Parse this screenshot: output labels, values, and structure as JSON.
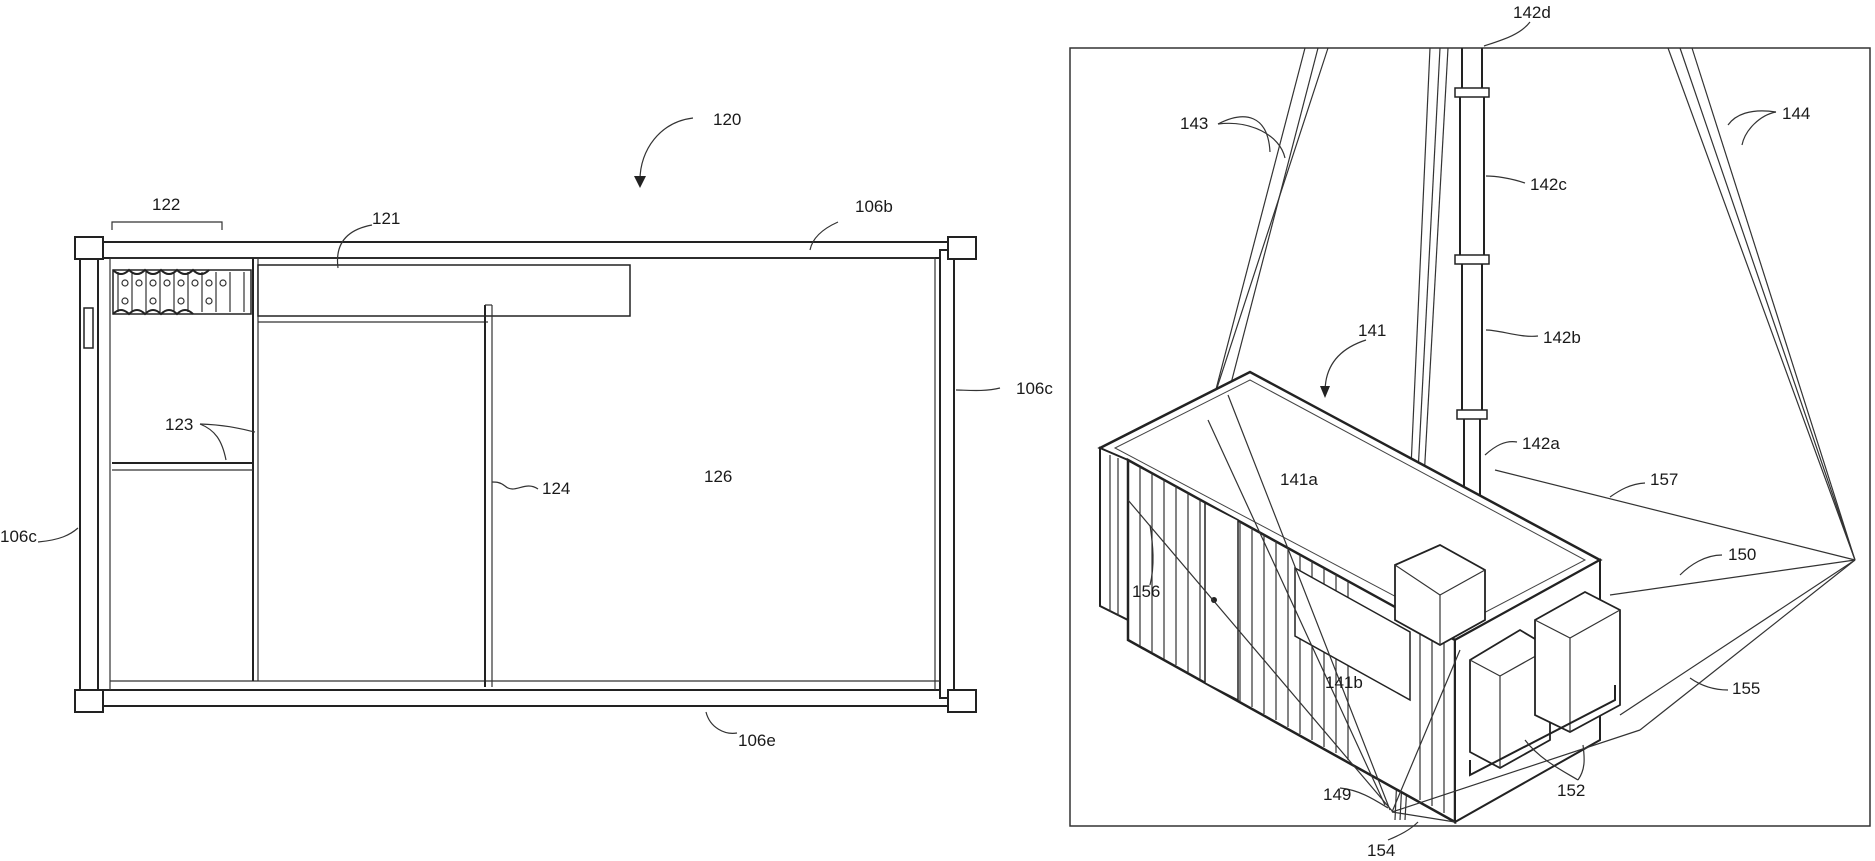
{
  "left_figure": {
    "labels": {
      "figure_ref": "120",
      "bracket_ref": "122",
      "shelf_unit": "121",
      "top_rail": "106b",
      "right_rail": "106c",
      "left_rail": "106c",
      "shelves": "123",
      "partition": "124",
      "open_floor": "126",
      "bottom_rail": "106e"
    }
  },
  "right_figure": {
    "labels": {
      "mast_top": "142d",
      "guy_left": "143",
      "guy_right": "144",
      "mast_upper": "142c",
      "mast_mid": "142b",
      "mast_lower": "142a",
      "container": "141",
      "roof": "141a",
      "side_wall": "141b",
      "brace_guy": "157",
      "rear_guy": "150",
      "front_guy": "155",
      "diag_brace": "156",
      "anchor_left": "149",
      "anchor_bottom": "154",
      "equipment": "152"
    }
  },
  "colors": {
    "line": "#222222",
    "background": "#ffffff"
  }
}
